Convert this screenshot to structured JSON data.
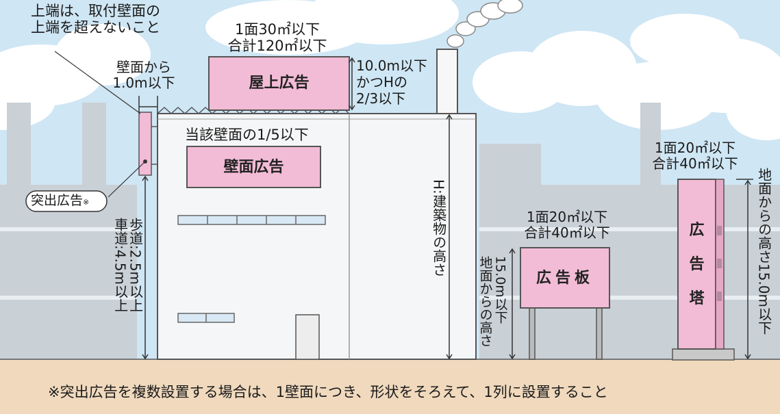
{
  "labels": {
    "top_edge_line1": "上端は、取付壁面の",
    "top_edge_line2": "上端を超えないこと",
    "wall_offset_line1": "壁面から",
    "wall_offset_line2": "1.0m以下",
    "roof_area_line1": "1面30㎡以下",
    "roof_area_line2": "合計120㎡以下",
    "roof_sign": "屋上広告",
    "roof_height_line1": "10.0m以下",
    "roof_height_line2": "かつHの",
    "roof_height_line3": "2/3以下",
    "wall_ratio": "当該壁面の1/5以下",
    "wall_sign": "壁面広告",
    "projecting_sign": "突出広告",
    "projecting_mark": "※",
    "clearance_line1": "車道:4.5m以上",
    "clearance_line2": "歩道:2.5m以上",
    "building_height": "H:建築物の高さ",
    "board_area_line1": "1面20㎡以下",
    "board_area_line2": "合計40㎡以下",
    "board_height_line1": "地面からの高さ",
    "board_height_line2": "15.0m以下",
    "board_sign": "広告板",
    "tower_area_line1": "1面20㎡以下",
    "tower_area_line2": "合計40㎡以下",
    "tower_height": "地面からの高さ15.0m以下",
    "tower_sign_chars": [
      "広",
      "告",
      "塔"
    ],
    "footnote": "※突出広告を複数設置する場合は、1壁面につき、形状をそろえて、1列に設置すること"
  },
  "colors": {
    "sky": "#cfe6f4",
    "cloud": "#ffffff",
    "far_buildings": "#c9d0d6",
    "building": "#f5f6f7",
    "sign_pink": "#f2bcd6",
    "ground": "#f0d9bd",
    "outline": "#555555"
  }
}
